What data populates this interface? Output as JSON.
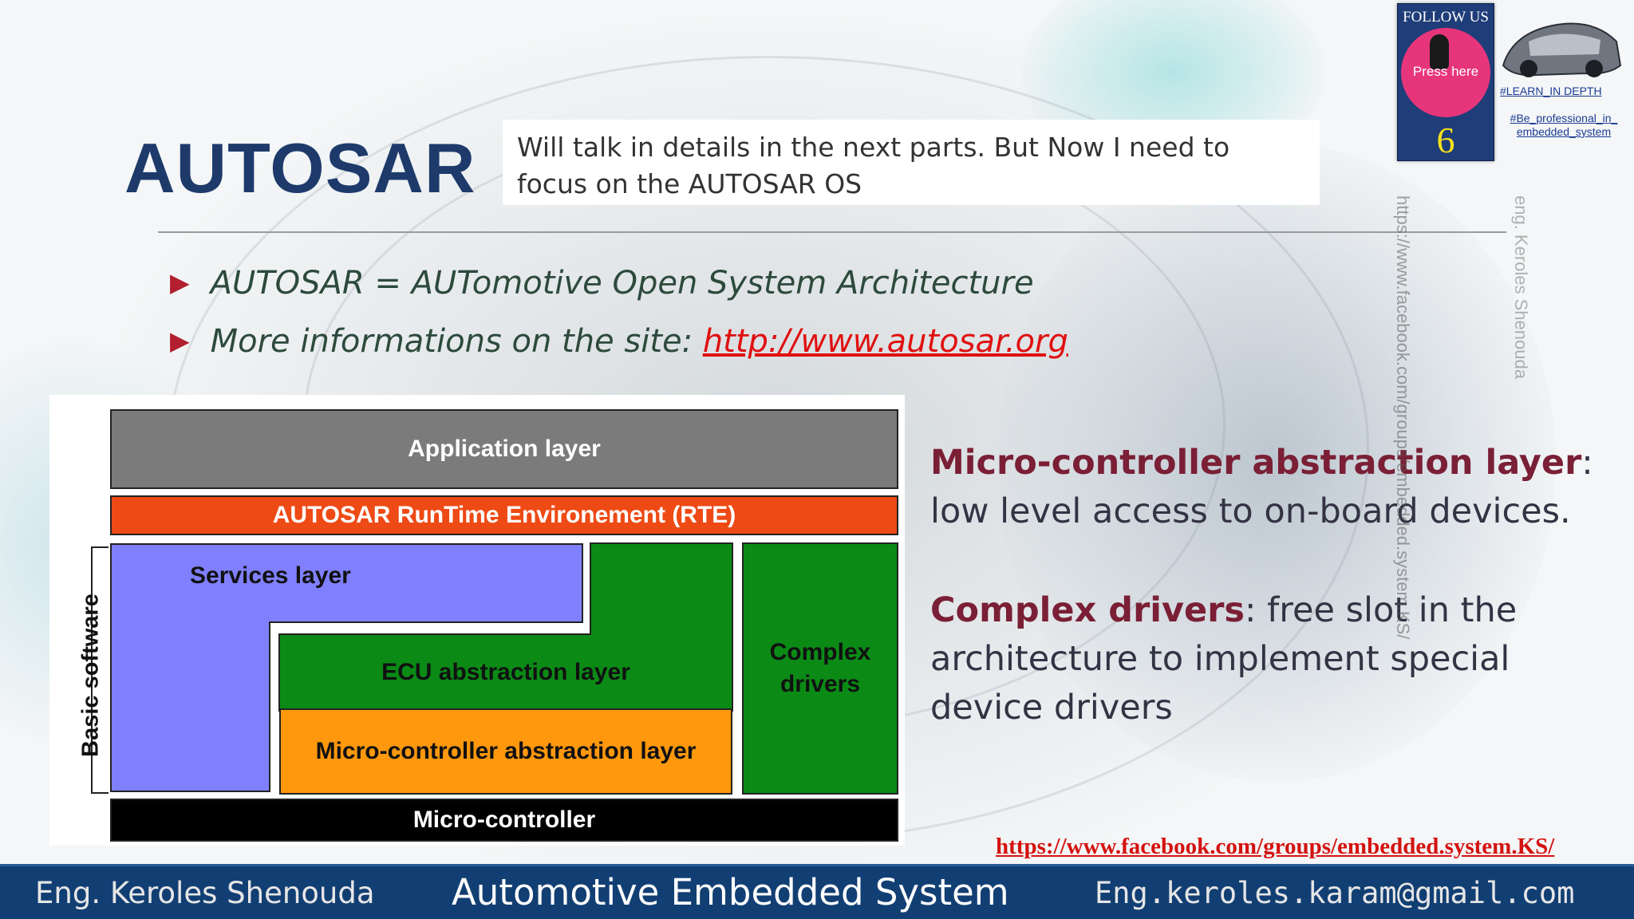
{
  "slide": {
    "title": "AUTOSAR",
    "note": "Will talk in details in the next parts.  But Now I need to focus on the AUTOSAR OS",
    "bullets": [
      {
        "text": "AUTOSAR = AUTomotive Open System Architecture"
      },
      {
        "text": "More informations on the site: ",
        "link": "http://www.autosar.org"
      }
    ]
  },
  "diagram": {
    "application": "Application layer",
    "rte": "AUTOSAR RunTime Environement (RTE)",
    "services": "Services layer",
    "ecu": "ECU abstraction layer",
    "mcal": "Micro-controller abstraction layer",
    "complex": "Complex drivers",
    "microcontroller": "Micro-controller",
    "basic_software": "Basic software",
    "colors": {
      "application": "#7b7b7b",
      "rte": "#ee4a15",
      "services": "#8080ff",
      "ecu": "#0b8a16",
      "mcal": "#ff980d",
      "complex": "#0b8a16",
      "microcontroller": "#000000"
    }
  },
  "descriptions": {
    "d1_title": "Micro-controller abstraction layer",
    "d1_sep": ":",
    "d1_text": "low level access to on-board devices.",
    "d2_title": "Complex drivers",
    "d2_text": ": free slot in the architecture to implement special device drivers"
  },
  "follow": {
    "label": "FOLLOW US",
    "press": "Press here",
    "number": "6",
    "tag1": "#LEARN_IN DEPTH",
    "tag2": "#Be_professional_in_ embedded_system",
    "icon": "hand-pointer-icon"
  },
  "watermarks": {
    "author": "eng. Keroles Shenouda",
    "group": "https://www.facebook.com/groups/embedded.system.KS/"
  },
  "footer": {
    "facebook_link": "https://www.facebook.com/groups/embedded.system.KS/",
    "author": "Eng. Keroles Shenouda",
    "course": "Automotive Embedded System",
    "email": "Eng.keroles.karam@gmail.com"
  }
}
